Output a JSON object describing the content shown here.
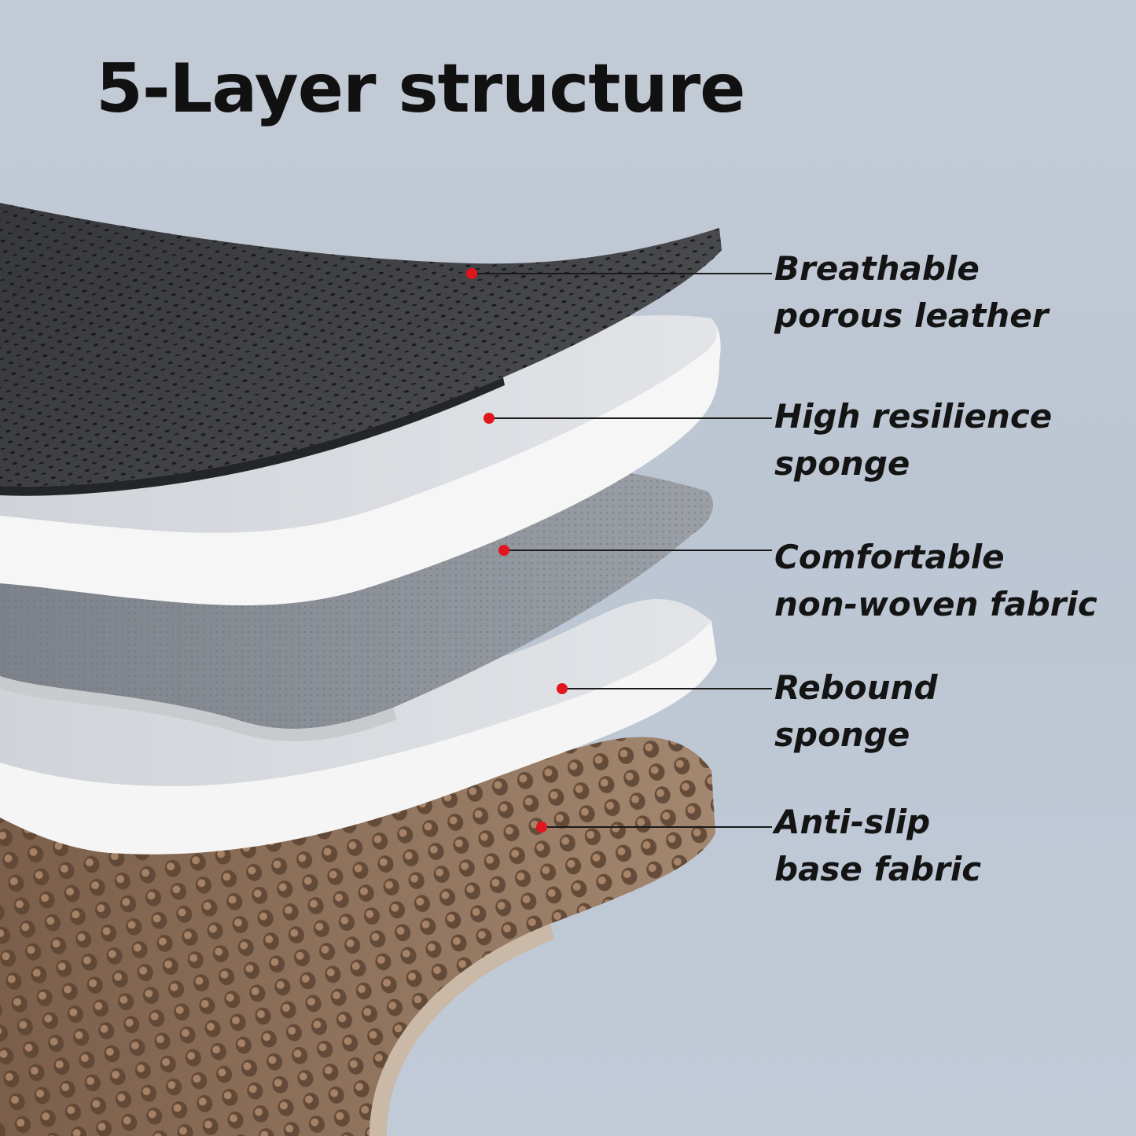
{
  "title": "5-Layer structure",
  "colors": {
    "background": "#bec8d5",
    "leather": "#3f4043",
    "sponge": "#f4f4f4",
    "fabric": "#8e9299",
    "base": "#8a6a52",
    "marker": "#e0161c",
    "leader": "#1a1a1a"
  },
  "layers": [
    {
      "name": "leather",
      "line1": "Breathable",
      "line2": "porous leather"
    },
    {
      "name": "high-resilience-sponge",
      "line1": "High resilience",
      "line2": "sponge"
    },
    {
      "name": "non-woven-fabric",
      "line1": "Comfortable",
      "line2": "non-woven fabric"
    },
    {
      "name": "rebound-sponge",
      "line1": "Rebound",
      "line2": "sponge"
    },
    {
      "name": "anti-slip-base",
      "line1": "Anti-slip",
      "line2": "base fabric"
    }
  ]
}
